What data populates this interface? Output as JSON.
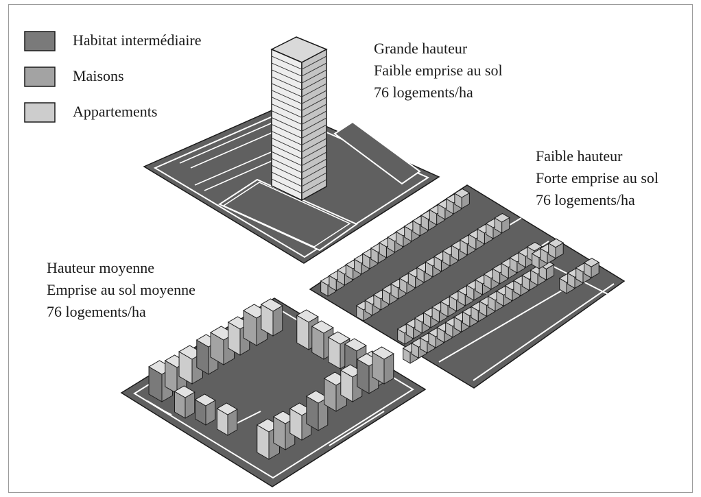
{
  "legend": {
    "items": [
      {
        "label": "Habitat intermédiaire",
        "color": "#7a7a7a"
      },
      {
        "label": "Maisons",
        "color": "#a3a3a3"
      },
      {
        "label": "Appartements",
        "color": "#cdcdcd"
      }
    ]
  },
  "blocks": {
    "tower": {
      "line1": "Grande hauteur",
      "line2": "Faible emprise au sol",
      "line3": "76 logements/ha"
    },
    "houses": {
      "line1": "Faible hauteur",
      "line2": "Forte emprise au sol",
      "line3": "76 logements/ha"
    },
    "intermediate": {
      "line1": "Hauteur moyenne",
      "line2": "Emprise au sol moyenne",
      "line3": "76 logements/ha"
    }
  },
  "colors": {
    "ground": "#606060",
    "roads": "#ffffff",
    "outline": "#1a1a1a"
  }
}
